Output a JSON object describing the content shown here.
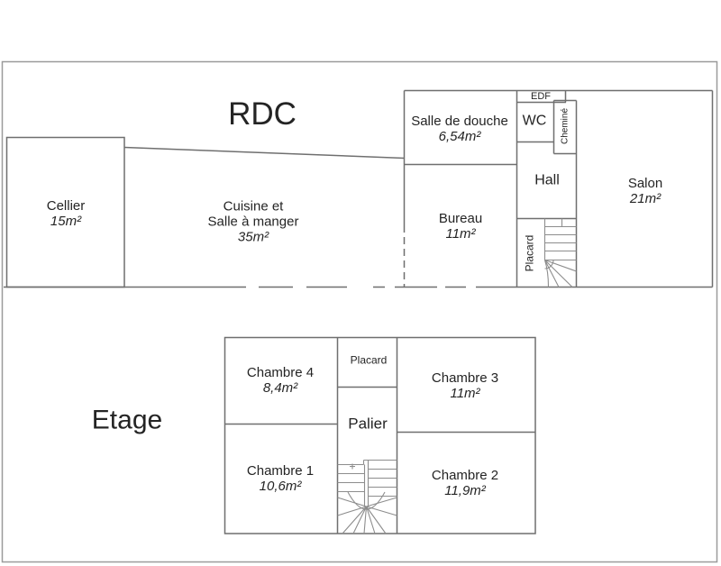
{
  "colors": {
    "wall": "#6f6f6f",
    "stair_line": "#8d8d8d",
    "outer_border": "#9b9b9b",
    "text": "#242424",
    "background": "#ffffff"
  },
  "floors": {
    "rdc": {
      "title": "RDC",
      "cellier_name": "Cellier",
      "cellier_area": "15m²",
      "cuisine_line1": "Cuisine et",
      "cuisine_line2": "Salle à manger",
      "cuisine_area": "35m²",
      "salle_douche_name": "Salle de douche",
      "salle_douche_area": "6,54m²",
      "edf": "EDF",
      "wc": "WC",
      "cheminee": "Cheminé",
      "hall": "Hall",
      "bureau_name": "Bureau",
      "bureau_area": "11m²",
      "salon_name": "Salon",
      "salon_area": "21m²",
      "placard": "Placard"
    },
    "etage": {
      "title": "Etage",
      "placard": "Placard",
      "palier": "Palier",
      "chambre4_name": "Chambre 4",
      "chambre4_area": "8,4m²",
      "chambre3_name": "Chambre 3",
      "chambre3_area": "11m²",
      "chambre1_name": "Chambre 1",
      "chambre1_area": "10,6m²",
      "chambre2_name": "Chambre 2",
      "chambre2_area": "11,9m²"
    }
  }
}
